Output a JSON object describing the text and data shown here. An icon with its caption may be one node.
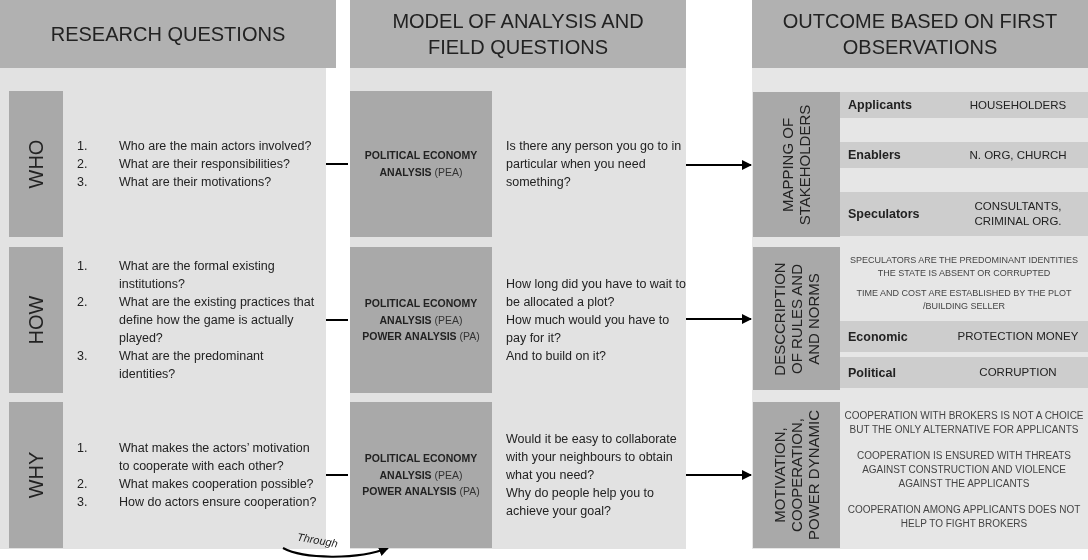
{
  "diagram": {
    "nodes": [
      {
        "text": [
          "RESEARCH QUESTIONS"
        ]
      },
      {
        "text": [
          "MODEL OF ANALYSIS AND FIELD QUESTIONS"
        ]
      },
      {
        "text": [
          "OUTCOME BASED ON FIRST OBSERVATIONS"
        ]
      },
      {
        "text": [
          "WHO"
        ]
      },
      {
        "text": [
          "1.",
          "Who are the main actors involved?",
          "2.",
          "What are their responsibilities?",
          "3.",
          "What are their motivations?"
        ]
      },
      {
        "text": [
          "**POLITICAL ECONOMY ANALYSIS** (PEA)"
        ]
      },
      {
        "text": [
          "Is there any person you go to in particular when you need something?"
        ]
      },
      {
        "text": [
          "MAPPING OF STAKEHOLDERS"
        ]
      },
      {
        "text": [
          "Applicants",
          "HOUSEHOLDERS"
        ]
      },
      {
        "text": [
          "Enablers",
          "N. ORG, CHURCH"
        ]
      },
      {
        "text": [
          "Speculators",
          "CONSULTANTS, CRIMINAL ORG."
        ]
      },
      {
        "text": [
          "HOW"
        ]
      },
      {
        "text": [
          "1.",
          "What are the formal existing institutions?",
          "2.",
          "What are the existing practices that define how the game is actually played?",
          "3.",
          "What are the predominant identities?"
        ]
      },
      {
        "text": [
          "**POLITICAL ECONOMY ANALYSIS** (PEA)",
          "**POWER ANALYSIS** (PA)"
        ]
      },
      {
        "text": [
          "How long did you have to wait to be allocated a plot?",
          "How much would you have to pay for it?",
          "And to build on it?"
        ]
      },
      {
        "text": [
          "DESCCRIPTION OF RULES AND AND NORMS"
        ]
      },
      {
        "text": [
          "Economic",
          "PROTECTION MONEY"
        ]
      },
      {
        "text": [
          "Political",
          "CORRUPTION"
        ]
      },
      {
        "text": [
          "WHY"
        ]
      },
      {
        "text": [
          "1.",
          "What makes the actors’ motivation to cooperate with each other?",
          "2.",
          "What makes cooperation possible?",
          "3.",
          "How do actors ensure cooperation?"
        ]
      },
      {
        "text": [
          "**POLITICAL ECONOMY ANALYSIS** (PEA)",
          "**POWER ANALYSIS** (PA)"
        ]
      },
      {
        "text": [
          "Would it be easy to collaborate with your neighbours to obtain what you need?",
          "Why do people help you to achieve your goal?"
        ]
      },
      {
        "text": [
          "MOTIVATION, COOPERATION, POWER DYNAMIC"
        ]
      }
    ],
    "edges": [
      {
        "from": 4,
        "to": 5,
        "arrow": "none"
      },
      {
        "from": 6,
        "to": 7,
        "arrow": "to"
      },
      {
        "from": 12,
        "to": 13,
        "arrow": "none"
      },
      {
        "from": 14,
        "to": 15,
        "arrow": "to"
      },
      {
        "from": 19,
        "to": 20,
        "arrow": "none"
      },
      {
        "from": 21,
        "to": 22,
        "arrow": "to"
      },
      {
        "from": 19,
        "to": 20,
        "label": "Through",
        "arrow": "to"
      }
    ],
    "labels": [
      "SPECULATORS ARE THE PREDOMINANT IDENTITIES THE STATE IS ABSENT OR CORRUPTED",
      "TIME AND COST ARE ESTABLISHED BY THE PLOT /BUILDING SELLER",
      "COOPERATION WITH BROKERS IS NOT A CHOICE BUT THE ONLY ALTERNATIVE FOR APPLICANTS",
      "COOPERATION IS ENSURED WITH THREATS AGAINST CONSTRUCTION AND VIOLENCE AGAINST THE APPLICANTS",
      "COOPERATION AMONG APPLICANTS DOES NOT HELP TO FIGHT BROKERS"
    ]
  }
}
